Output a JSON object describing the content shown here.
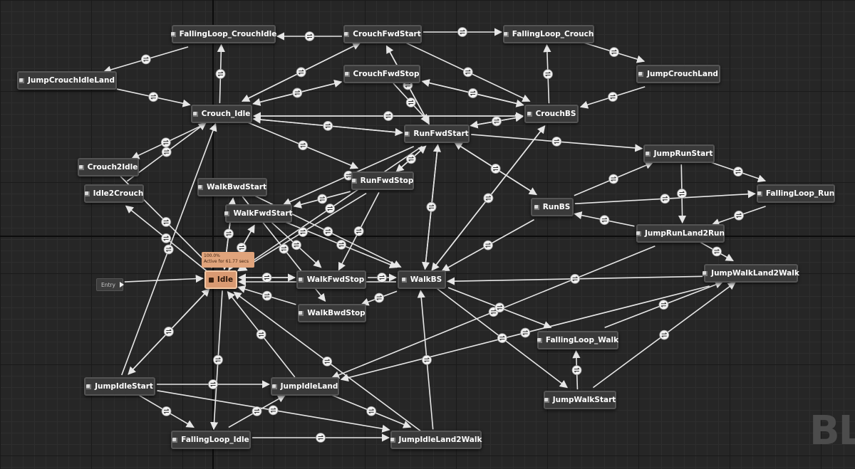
{
  "graph": {
    "entry_label": "Entry",
    "active_tooltip": {
      "line1": "100.0%",
      "line2": "Active for 61.77 secs"
    },
    "watermark": "BL",
    "icon": "state-icon",
    "colors": {
      "wire": "#e6e6e6",
      "node_bg": "#3a3a3a",
      "active_node": "#d99a72",
      "grid": "#262626"
    }
  },
  "states": [
    {
      "id": "FallingLoop_CrouchIdle",
      "label": "FallingLoop_CrouchIdle"
    },
    {
      "id": "CrouchFwdStart",
      "label": "CrouchFwdStart"
    },
    {
      "id": "FallingLoop_Crouch",
      "label": "FallingLoop_Crouch"
    },
    {
      "id": "JumpCrouchIdleLand",
      "label": "JumpCrouchIdleLand"
    },
    {
      "id": "CrouchFwdStop",
      "label": "CrouchFwdStop"
    },
    {
      "id": "JumpCrouchLand",
      "label": "JumpCrouchLand"
    },
    {
      "id": "Crouch_Idle",
      "label": "Crouch_Idle"
    },
    {
      "id": "CrouchBS",
      "label": "CrouchBS"
    },
    {
      "id": "RunFwdStart",
      "label": "RunFwdStart"
    },
    {
      "id": "JumpRunStart",
      "label": "JumpRunStart"
    },
    {
      "id": "Crouch2Idle",
      "label": "Crouch2Idle"
    },
    {
      "id": "RunFwdStop",
      "label": "RunFwdStop"
    },
    {
      "id": "WalkBwdStart",
      "label": "WalkBwdStart"
    },
    {
      "id": "Idle2Crouch",
      "label": "Idle2Crouch"
    },
    {
      "id": "FallingLoop_Run",
      "label": "FallingLoop_Run"
    },
    {
      "id": "RunBS",
      "label": "RunBS"
    },
    {
      "id": "WalkFwdStart",
      "label": "WalkFwdStart"
    },
    {
      "id": "JumpRunLand2Run",
      "label": "JumpRunLand2Run"
    },
    {
      "id": "JumpWalkLand2Walk",
      "label": "JumpWalkLand2Walk"
    },
    {
      "id": "Idle",
      "label": "Idle",
      "active": true
    },
    {
      "id": "WalkFwdStop",
      "label": "WalkFwdStop"
    },
    {
      "id": "WalkBS",
      "label": "WalkBS"
    },
    {
      "id": "WalkBwdStop",
      "label": "WalkBwdStop"
    },
    {
      "id": "FallingLoop_Walk",
      "label": "FallingLoop_Walk"
    },
    {
      "id": "JumpIdleStart",
      "label": "JumpIdleStart"
    },
    {
      "id": "JumpIdleLand",
      "label": "JumpIdleLand"
    },
    {
      "id": "JumpWalkStart",
      "label": "JumpWalkStart"
    },
    {
      "id": "FallingLoop_Idle",
      "label": "FallingLoop_Idle"
    },
    {
      "id": "JumpIdleLand2Walk",
      "label": "JumpIdleLand2Walk"
    }
  ],
  "transitions": [
    [
      "CrouchFwdStart",
      "FallingLoop_CrouchIdle"
    ],
    [
      "CrouchFwdStart",
      "FallingLoop_Crouch"
    ],
    [
      "FallingLoop_CrouchIdle",
      "JumpCrouchIdleLand"
    ],
    [
      "JumpCrouchIdleLand",
      "Crouch_Idle"
    ],
    [
      "Crouch_Idle",
      "FallingLoop_CrouchIdle"
    ],
    [
      "Crouch_Idle",
      "CrouchFwdStart"
    ],
    [
      "CrouchFwdStart",
      "Crouch_Idle"
    ],
    [
      "Crouch_Idle",
      "CrouchFwdStop"
    ],
    [
      "CrouchFwdStop",
      "Crouch_Idle"
    ],
    [
      "FallingLoop_Crouch",
      "JumpCrouchLand"
    ],
    [
      "JumpCrouchLand",
      "CrouchBS"
    ],
    [
      "CrouchBS",
      "FallingLoop_Crouch"
    ],
    [
      "CrouchFwdStart",
      "CrouchBS"
    ],
    [
      "CrouchFwdStop",
      "CrouchBS"
    ],
    [
      "CrouchBS",
      "CrouchFwdStop"
    ],
    [
      "CrouchBS",
      "Crouch_Idle"
    ],
    [
      "Crouch_Idle",
      "CrouchBS"
    ],
    [
      "RunFwdStart",
      "CrouchFwdStart"
    ],
    [
      "CrouchFwdStart",
      "RunFwdStart"
    ],
    [
      "CrouchFwdStop",
      "RunFwdStart"
    ],
    [
      "RunFwdStart",
      "Crouch_Idle"
    ],
    [
      "Crouch_Idle",
      "RunFwdStart"
    ],
    [
      "Crouch_Idle",
      "RunFwdStop"
    ],
    [
      "RunFwdStart",
      "CrouchBS"
    ],
    [
      "CrouchBS",
      "RunFwdStart"
    ],
    [
      "CrouchBS",
      "WalkBS"
    ],
    [
      "WalkBS",
      "CrouchBS"
    ],
    [
      "Crouch_Idle",
      "Crouch2Idle"
    ],
    [
      "Idle2Crouch",
      "Crouch_Idle"
    ],
    [
      "Idle",
      "Idle2Crouch"
    ],
    [
      "Crouch2Idle",
      "Idle"
    ],
    [
      "RunFwdStart",
      "RunBS"
    ],
    [
      "RunBS",
      "RunFwdStart"
    ],
    [
      "RunFwdStart",
      "JumpRunStart"
    ],
    [
      "RunBS",
      "JumpRunStart"
    ],
    [
      "RunBS",
      "FallingLoop_Run"
    ],
    [
      "JumpRunStart",
      "FallingLoop_Run"
    ],
    [
      "FallingLoop_Run",
      "JumpRunLand2Run"
    ],
    [
      "JumpRunStart",
      "JumpRunLand2Run"
    ],
    [
      "JumpRunLand2Run",
      "RunBS"
    ],
    [
      "JumpRunLand2Run",
      "JumpWalkLand2Walk"
    ],
    [
      "JumpRunLand2Run",
      "JumpIdleLand"
    ],
    [
      "JumpWalkLand2Walk",
      "WalkBS"
    ],
    [
      "JumpWalkLand2Walk",
      "JumpIdleLand"
    ],
    [
      "RunFwdStart",
      "WalkBS"
    ],
    [
      "WalkBS",
      "RunFwdStart"
    ],
    [
      "RunFwdStart",
      "RunFwdStop"
    ],
    [
      "RunFwdStart",
      "Idle"
    ],
    [
      "RunFwdStart",
      "WalkFwdStart"
    ],
    [
      "RunFwdStop",
      "WalkFwdStart"
    ],
    [
      "RunFwdStop",
      "Idle"
    ],
    [
      "RunFwdStop",
      "WalkFwdStop"
    ],
    [
      "RunFwdStop",
      "RunFwdStart"
    ],
    [
      "RunBS",
      "WalkBS"
    ],
    [
      "WalkBwdStart",
      "WalkBS"
    ],
    [
      "WalkBwdStart",
      "Idle"
    ],
    [
      "WalkBwdStart",
      "WalkBwdStop"
    ],
    [
      "WalkFwdStart",
      "WalkBS"
    ],
    [
      "WalkFwdStart",
      "Idle"
    ],
    [
      "Idle",
      "WalkFwdStart"
    ],
    [
      "Idle",
      "WalkBwdStart"
    ],
    [
      "WalkFwdStart",
      "WalkFwdStop"
    ],
    [
      "Idle",
      "WalkFwdStop"
    ],
    [
      "WalkFwdStop",
      "Idle"
    ],
    [
      "WalkFwdStop",
      "WalkBS"
    ],
    [
      "WalkBS",
      "Idle"
    ],
    [
      "WalkBwdStop",
      "Idle"
    ],
    [
      "WalkBS",
      "WalkBwdStop"
    ],
    [
      "WalkBS",
      "FallingLoop_Walk"
    ],
    [
      "WalkBS",
      "JumpWalkStart"
    ],
    [
      "JumpWalkStart",
      "FallingLoop_Walk"
    ],
    [
      "JumpWalkStart",
      "JumpWalkLand2Walk"
    ],
    [
      "FallingLoop_Walk",
      "JumpWalkLand2Walk"
    ],
    [
      "JumpIdleStart",
      "Idle"
    ],
    [
      "JumpIdleStart",
      "Crouch_Idle"
    ],
    [
      "JumpIdleStart",
      "JumpIdleLand"
    ],
    [
      "JumpIdleStart",
      "FallingLoop_Idle"
    ],
    [
      "JumpIdleStart",
      "JumpIdleLand2Walk"
    ],
    [
      "Idle",
      "JumpIdleStart"
    ],
    [
      "Idle",
      "FallingLoop_Idle"
    ],
    [
      "FallingLoop_Idle",
      "JumpIdleLand"
    ],
    [
      "FallingLoop_Idle",
      "JumpIdleLand2Walk"
    ],
    [
      "JumpIdleLand",
      "Idle"
    ],
    [
      "JumpIdleLand2Walk",
      "Idle"
    ],
    [
      "JumpIdleLand",
      "JumpIdleLand2Walk"
    ],
    [
      "JumpIdleLand2Walk",
      "WalkBS"
    ],
    [
      "Entry",
      "Idle"
    ]
  ]
}
